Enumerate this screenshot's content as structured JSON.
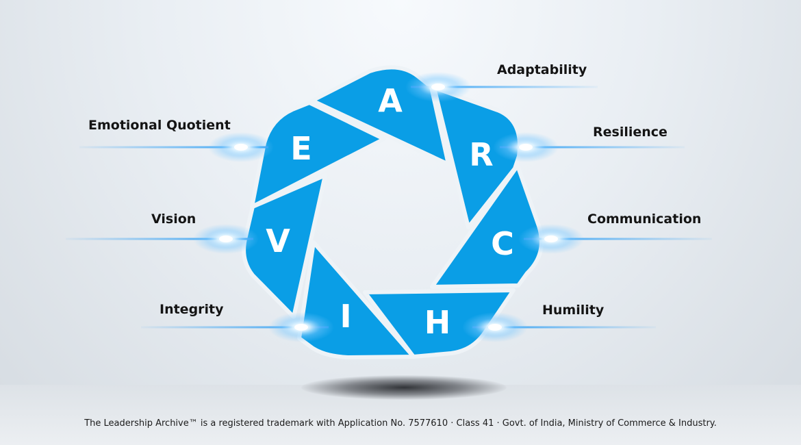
{
  "segments": [
    {
      "letter": "A",
      "label": "Adaptability"
    },
    {
      "letter": "R",
      "label": "Resilience"
    },
    {
      "letter": "C",
      "label": "Communication"
    },
    {
      "letter": "H",
      "label": "Humility"
    },
    {
      "letter": "I",
      "label": "Integrity"
    },
    {
      "letter": "V",
      "label": "Vision"
    },
    {
      "letter": "E",
      "label": "Emotional Quotient"
    }
  ],
  "footer": "The Leadership Archive™ is a registered trademark with Application No. 7577610 · Class 41 · Govt. of India, Ministry of Commerce & Industry.",
  "colors": {
    "segment": "#0a9ee6",
    "glow": "#bfe6ff",
    "line": "#2a9df4"
  }
}
